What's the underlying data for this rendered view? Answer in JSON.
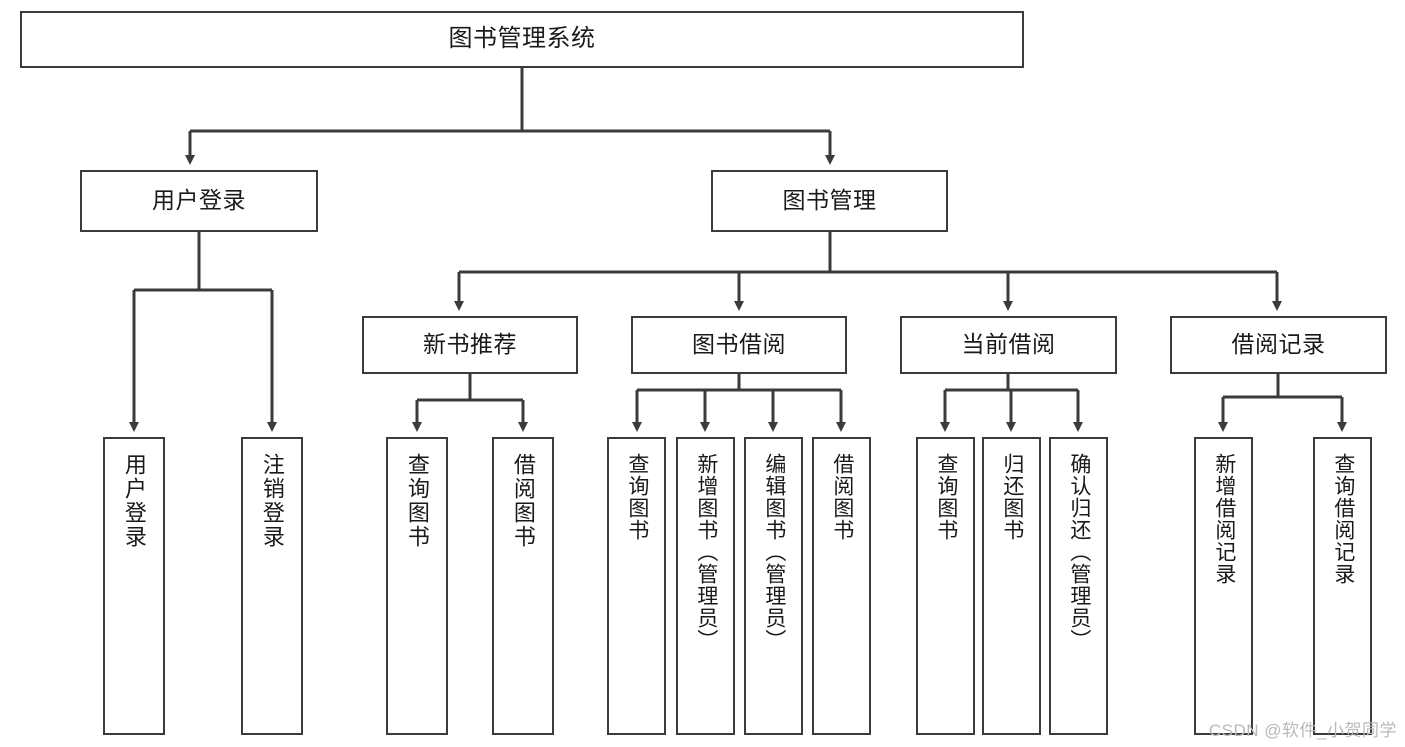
{
  "diagram": {
    "type": "tree",
    "title": "图书管理系统",
    "root": {
      "id": "root",
      "label": "图书管理系统"
    },
    "level2": [
      {
        "id": "user-login",
        "label": "用户登录"
      },
      {
        "id": "book-manage",
        "label": "图书管理"
      }
    ],
    "level3": [
      {
        "id": "new-book-rec",
        "label": "新书推荐"
      },
      {
        "id": "book-borrow",
        "label": "图书借阅"
      },
      {
        "id": "current-borrow",
        "label": "当前借阅"
      },
      {
        "id": "borrow-record",
        "label": "借阅记录"
      }
    ],
    "leaves": {
      "user_login": [
        {
          "id": "leaf-user-login",
          "label": "用户登录"
        },
        {
          "id": "leaf-logout",
          "label": "注销登录"
        }
      ],
      "new_book_rec": [
        {
          "id": "leaf-query-book-1",
          "label": "查询图书"
        },
        {
          "id": "leaf-borrow-book-1",
          "label": "借阅图书"
        }
      ],
      "book_borrow": [
        {
          "id": "leaf-query-book-2",
          "label": "查询图书"
        },
        {
          "id": "leaf-add-book",
          "label": "新增图书（管理员）"
        },
        {
          "id": "leaf-edit-book",
          "label": "编辑图书（管理员）"
        },
        {
          "id": "leaf-borrow-book-2",
          "label": "借阅图书"
        }
      ],
      "current_borrow": [
        {
          "id": "leaf-query-book-3",
          "label": "查询图书"
        },
        {
          "id": "leaf-return-book",
          "label": "归还图书"
        },
        {
          "id": "leaf-confirm-return",
          "label": "确认归还（管理员）"
        }
      ],
      "borrow_record": [
        {
          "id": "leaf-add-record",
          "label": "新增借阅记录"
        },
        {
          "id": "leaf-query-record",
          "label": "查询借阅记录"
        }
      ]
    },
    "style": {
      "stroke": "#3b3b3b",
      "fill": "#ffffff",
      "text": "#1a1a1a"
    }
  },
  "watermark": {
    "text": "CSDN @软件_小贺同学"
  }
}
